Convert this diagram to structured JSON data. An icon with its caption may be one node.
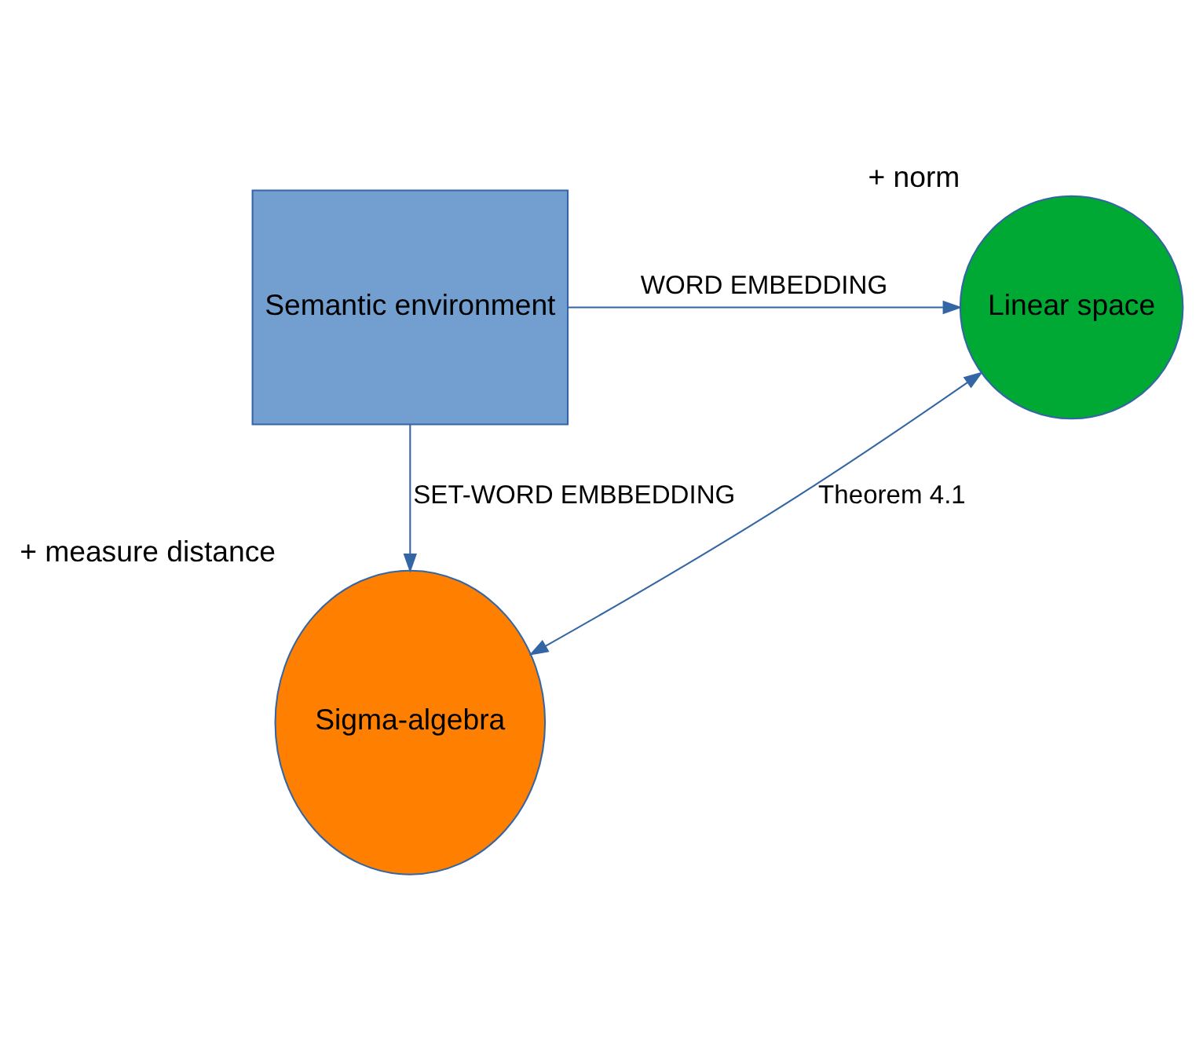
{
  "diagram": {
    "nodes": [
      {
        "text": [
          "Semantic environment"
        ]
      },
      {
        "text": [
          "Linear space"
        ],
        "beside": [
          "+ norm"
        ]
      },
      {
        "text": [
          "Sigma-algebra"
        ],
        "beside": [
          "+ measure distance"
        ]
      }
    ],
    "edges": [
      {
        "from": 0,
        "to": 1,
        "arrow": "to",
        "label": "WORD EMBEDDING"
      },
      {
        "from": 0,
        "to": 2,
        "arrow": "to",
        "label": "SET-WORD EMBBEDDING"
      },
      {
        "from": 1,
        "to": 2,
        "arrow": "both",
        "label": "Theorem 4.1"
      }
    ]
  }
}
